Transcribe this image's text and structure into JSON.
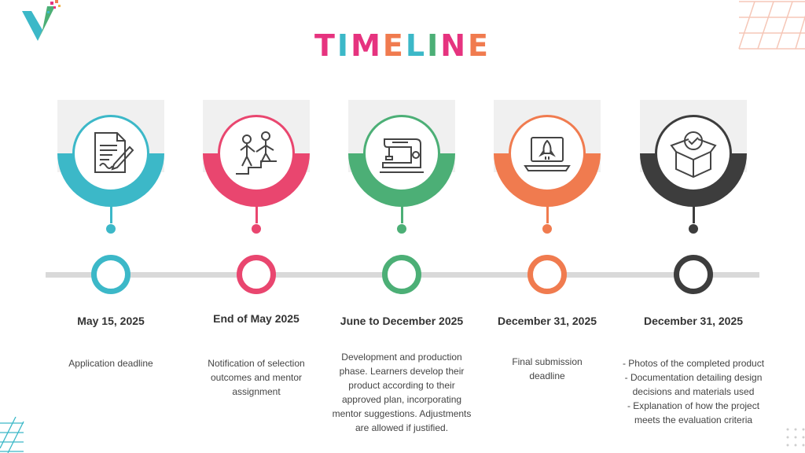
{
  "title": {
    "letters": [
      {
        "ch": "T",
        "color": "#e6337f"
      },
      {
        "ch": "I",
        "color": "#3cb8c8"
      },
      {
        "ch": "M",
        "color": "#e6337f"
      },
      {
        "ch": "E",
        "color": "#f07b4f"
      },
      {
        "ch": "L",
        "color": "#3cb8c8"
      },
      {
        "ch": "I",
        "color": "#4caf76"
      },
      {
        "ch": "N",
        "color": "#e6337f"
      },
      {
        "ch": "E",
        "color": "#f07b4f"
      }
    ]
  },
  "milestones": [
    {
      "date": "May 15, 2025",
      "description": [
        "Application deadline"
      ],
      "color": "#3cb8c8",
      "icon": "document-signing-icon"
    },
    {
      "date": "End of May 2025",
      "description": [
        "Notification of selection",
        "outcomes and mentor",
        "assignment"
      ],
      "color": "#e9466f",
      "icon": "mentor-climb-icon"
    },
    {
      "date": "June to December 2025",
      "description": [
        "Development and production",
        "phase. Learners develop their",
        "product according to their",
        "approved plan, incorporating",
        "mentor suggestions. Adjustments",
        "are allowed if justified."
      ],
      "color": "#4caf76",
      "icon": "sewing-machine-icon"
    },
    {
      "date": "December 31, 2025",
      "description": [
        "Final submission",
        "deadline"
      ],
      "color": "#f07b4f",
      "icon": "rocket-laptop-icon"
    },
    {
      "date": "December 31, 2025",
      "description": [
        "- Photos of the completed product",
        "- Documentation detailing design",
        "decisions and materials used",
        "- Explanation of how the project",
        "meets the evaluation criteria"
      ],
      "color": "#3d3d3d",
      "icon": "checked-box-icon"
    }
  ]
}
